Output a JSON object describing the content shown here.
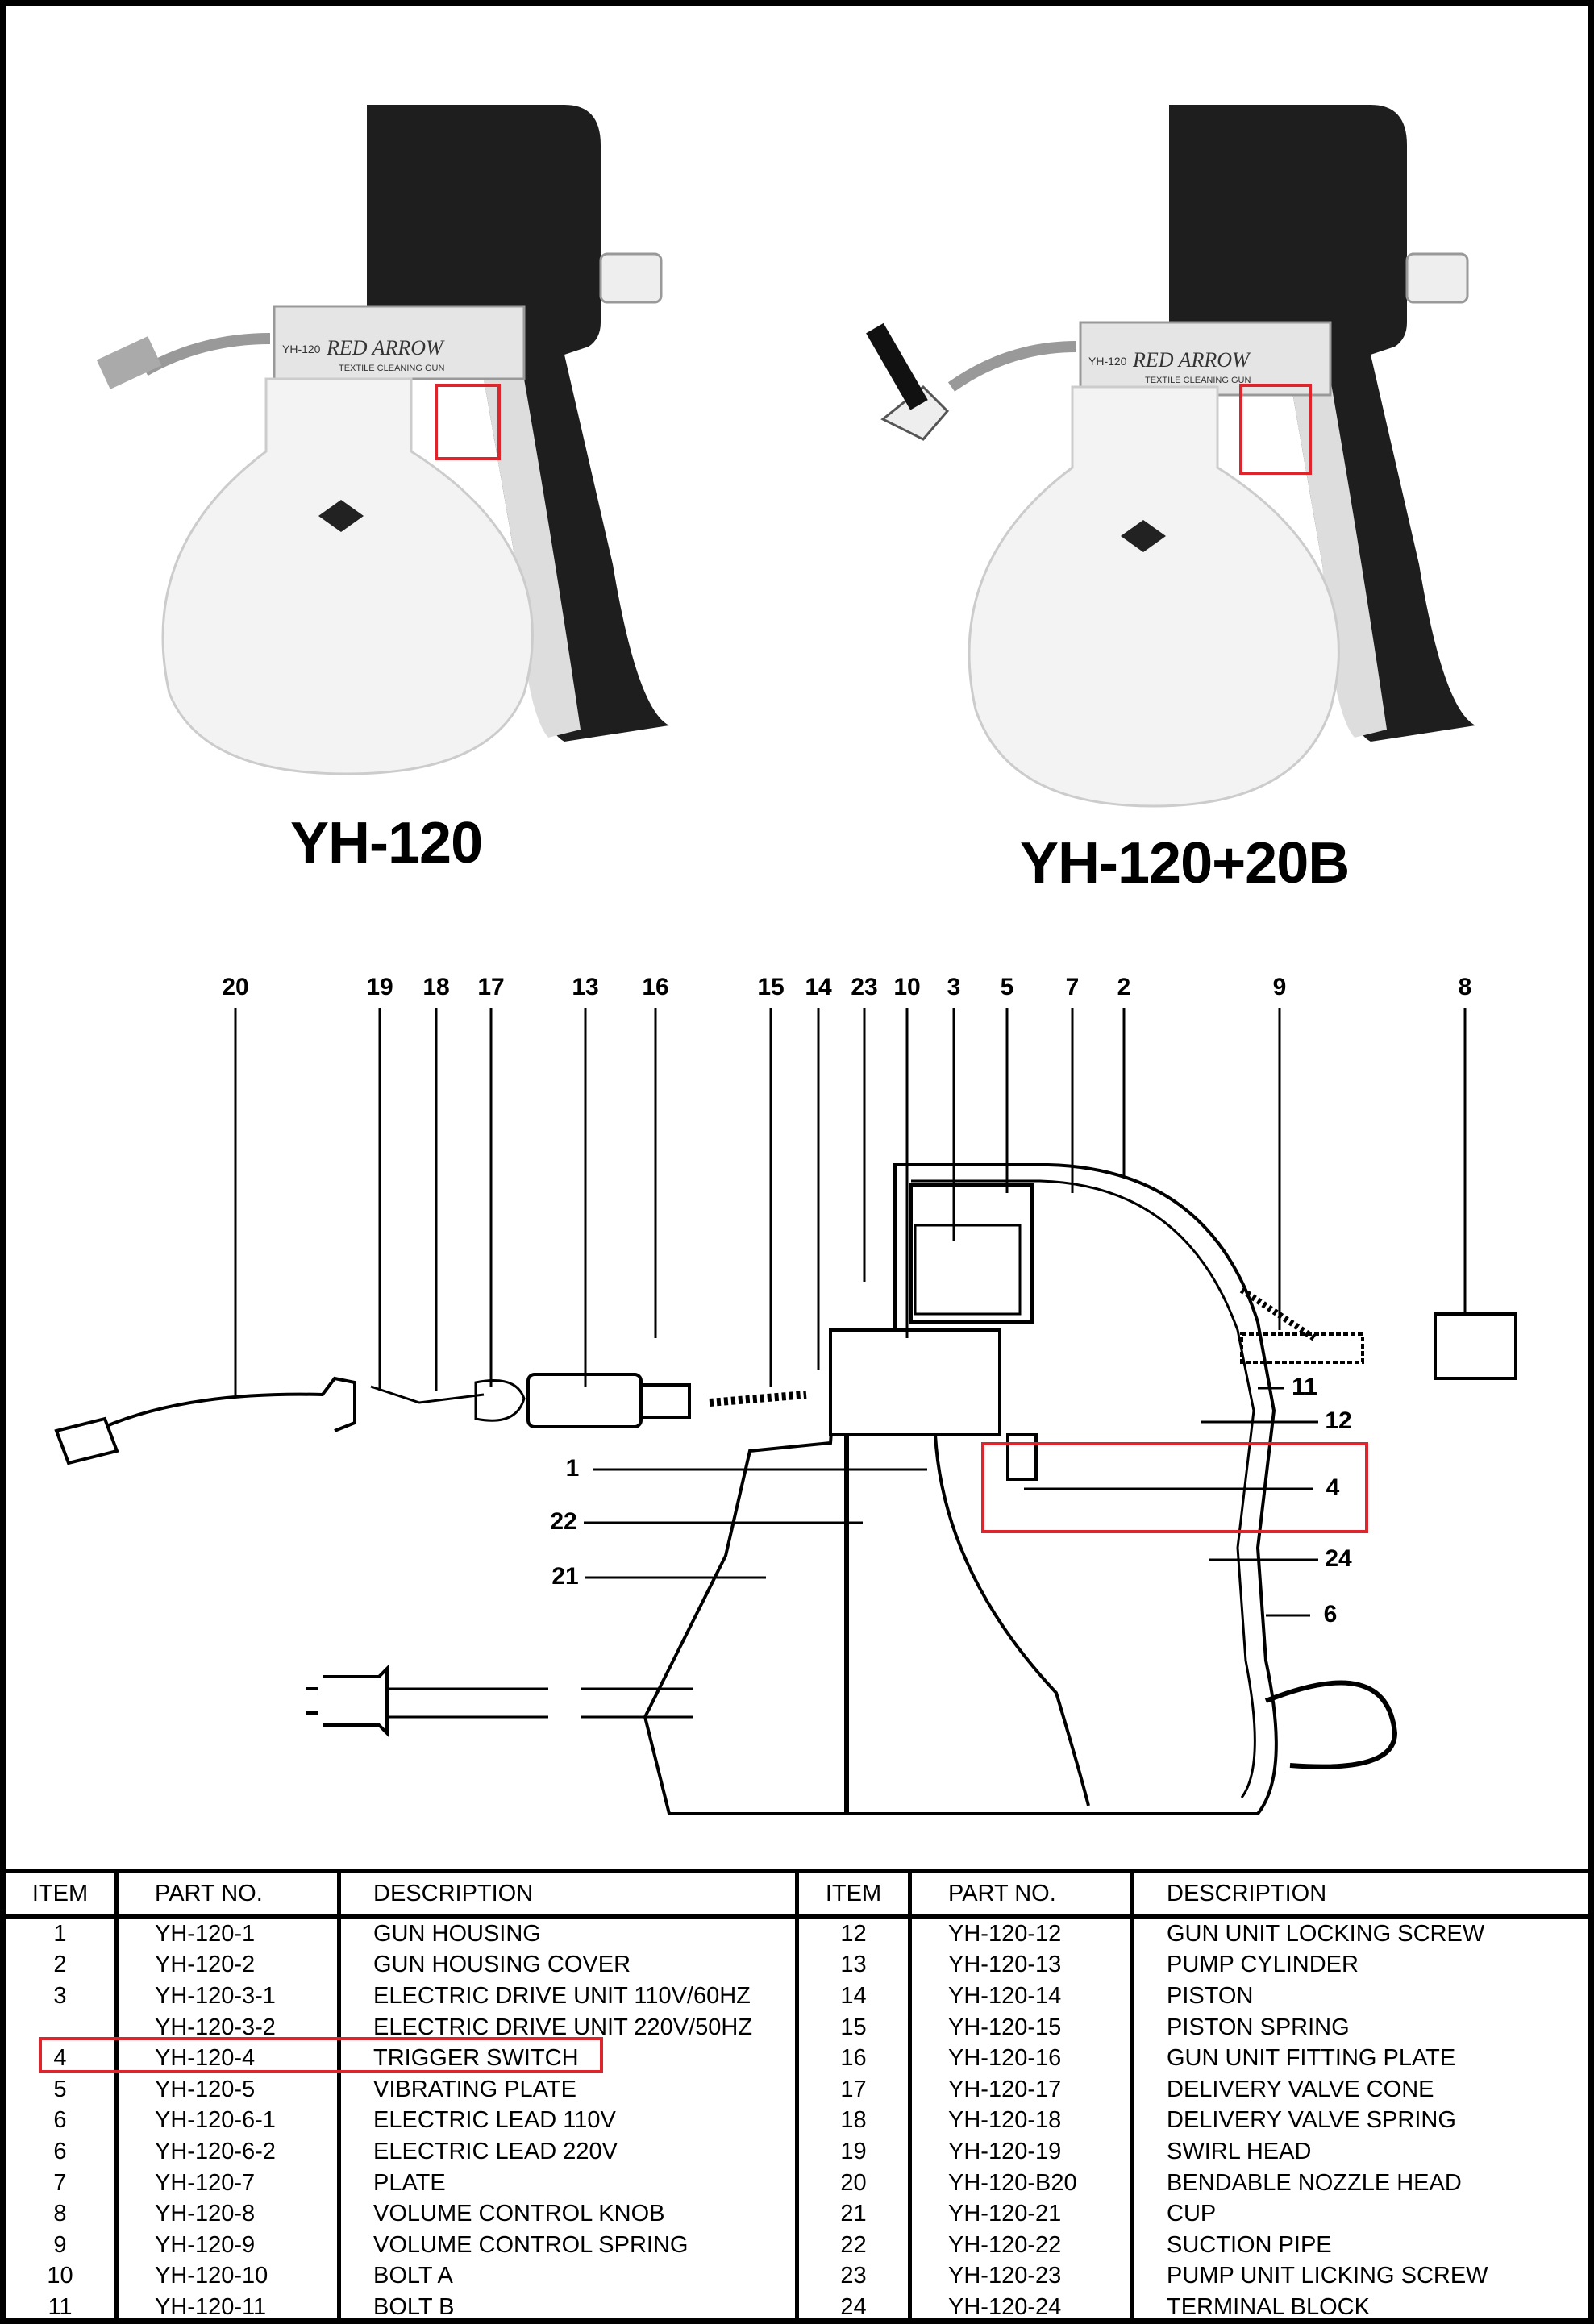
{
  "products": {
    "left_model": "YH-120",
    "right_model": "YH-120+20B",
    "brand_text": "RED ARROW",
    "model_imprint": "YH-120",
    "imprint_subtitle": "TEXTILE CLEANING GUN"
  },
  "diagram": {
    "top_callouts": [
      "20",
      "19",
      "18",
      "17",
      "13",
      "16",
      "15",
      "14",
      "23",
      "10",
      "3",
      "5",
      "7",
      "2",
      "9",
      "8"
    ],
    "right_callouts": [
      "11",
      "12",
      "4",
      "24",
      "6"
    ],
    "left_callouts": [
      "1",
      "22",
      "21"
    ],
    "highlighted_part": "4"
  },
  "colors": {
    "highlight": "#e0242b"
  },
  "table": {
    "headers": {
      "item": "ITEM",
      "part_no": "PART NO.",
      "description": "DESCRIPTION"
    },
    "left_rows": [
      {
        "item": "1",
        "part": "YH-120-1",
        "desc": "GUN HOUSING"
      },
      {
        "item": "2",
        "part": "YH-120-2",
        "desc": "GUN HOUSING COVER"
      },
      {
        "item": "3",
        "part": "YH-120-3-1",
        "desc": "ELECTRIC DRIVE UNIT 110V/60HZ"
      },
      {
        "item": "",
        "part": "YH-120-3-2",
        "desc": "ELECTRIC DRIVE UNIT 220V/50HZ"
      },
      {
        "item": "4",
        "part": "YH-120-4",
        "desc": "TRIGGER SWITCH"
      },
      {
        "item": "5",
        "part": "YH-120-5",
        "desc": "VIBRATING PLATE"
      },
      {
        "item": "6",
        "part": "YH-120-6-1",
        "desc": "ELECTRIC LEAD 110V"
      },
      {
        "item": "6",
        "part": "YH-120-6-2",
        "desc": "ELECTRIC LEAD 220V"
      },
      {
        "item": "7",
        "part": "YH-120-7",
        "desc": "PLATE"
      },
      {
        "item": "8",
        "part": "YH-120-8",
        "desc": "VOLUME CONTROL KNOB"
      },
      {
        "item": "9",
        "part": "YH-120-9",
        "desc": "VOLUME CONTROL SPRING"
      },
      {
        "item": "10",
        "part": "YH-120-10",
        "desc": "BOLT A"
      },
      {
        "item": "11",
        "part": "YH-120-11",
        "desc": "BOLT B"
      }
    ],
    "right_rows": [
      {
        "item": "12",
        "part": "YH-120-12",
        "desc": "GUN UNIT LOCKING SCREW"
      },
      {
        "item": "13",
        "part": "YH-120-13",
        "desc": "PUMP CYLINDER"
      },
      {
        "item": "14",
        "part": "YH-120-14",
        "desc": "PISTON"
      },
      {
        "item": "15",
        "part": "YH-120-15",
        "desc": "PISTON SPRING"
      },
      {
        "item": "16",
        "part": "YH-120-16",
        "desc": "GUN UNIT FITTING PLATE"
      },
      {
        "item": "17",
        "part": "YH-120-17",
        "desc": "DELIVERY VALVE CONE"
      },
      {
        "item": "18",
        "part": "YH-120-18",
        "desc": "DELIVERY VALVE SPRING"
      },
      {
        "item": "19",
        "part": "YH-120-19",
        "desc": "SWIRL HEAD"
      },
      {
        "item": "20",
        "part": "YH-120-B20",
        "desc": "BENDABLE NOZZLE HEAD"
      },
      {
        "item": "21",
        "part": "YH-120-21",
        "desc": "CUP"
      },
      {
        "item": "22",
        "part": "YH-120-22",
        "desc": "SUCTION PIPE"
      },
      {
        "item": "23",
        "part": "YH-120-23",
        "desc": "PUMP UNIT LICKING SCREW"
      },
      {
        "item": "24",
        "part": "YH-120-24",
        "desc": "TERMINAL BLOCK"
      }
    ]
  }
}
